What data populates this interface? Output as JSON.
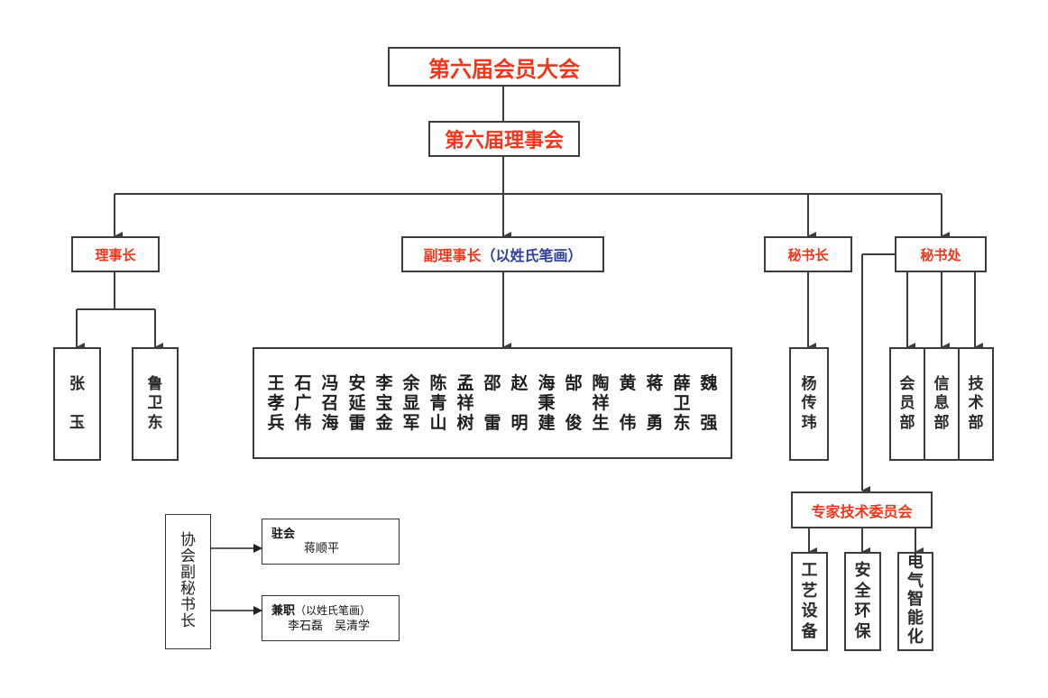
{
  "title": "第六届会员大会",
  "council": "第六届理事会",
  "colors": {
    "accent_red": "#f2361b",
    "accent_blue": "#2e3f9a",
    "line": "#3a3d40"
  },
  "chairman": {
    "label": "理事长",
    "members": [
      {
        "name": "张玉",
        "chars": [
          "张",
          "",
          "玉"
        ]
      },
      {
        "name": "鲁卫东",
        "chars": [
          "鲁",
          "卫",
          "东"
        ]
      }
    ]
  },
  "vice_chairman": {
    "label": "副理事长",
    "note": "（以姓氏笔画）",
    "members": [
      {
        "name": "王孝兵",
        "chars": [
          "王",
          "孝",
          "兵"
        ]
      },
      {
        "name": "石广伟",
        "chars": [
          "石",
          "广",
          "伟"
        ]
      },
      {
        "name": "冯召海",
        "chars": [
          "冯",
          "召",
          "海"
        ]
      },
      {
        "name": "安延雷",
        "chars": [
          "安",
          "延",
          "雷"
        ]
      },
      {
        "name": "李宝金",
        "chars": [
          "李",
          "宝",
          "金"
        ]
      },
      {
        "name": "余显军",
        "chars": [
          "余",
          "显",
          "军"
        ]
      },
      {
        "name": "陈青山",
        "chars": [
          "陈",
          "青",
          "山"
        ]
      },
      {
        "name": "孟祥树",
        "chars": [
          "孟",
          "祥",
          "树"
        ]
      },
      {
        "name": "邵雷",
        "chars": [
          "邵",
          "",
          "雷"
        ]
      },
      {
        "name": "赵明",
        "chars": [
          "赵",
          "",
          "明"
        ]
      },
      {
        "name": "海秉建",
        "chars": [
          "海",
          "秉",
          "建"
        ]
      },
      {
        "name": "郜俊",
        "chars": [
          "郜",
          "",
          "俊"
        ]
      },
      {
        "name": "陶祥生",
        "chars": [
          "陶",
          "祥",
          "生"
        ]
      },
      {
        "name": "黄伟",
        "chars": [
          "黄",
          "",
          "伟"
        ]
      },
      {
        "name": "蒋勇",
        "chars": [
          "蒋",
          "",
          "勇"
        ]
      },
      {
        "name": "薛卫东",
        "chars": [
          "薛",
          "卫",
          "东"
        ]
      },
      {
        "name": "魏强",
        "chars": [
          "魏",
          "",
          "强"
        ]
      }
    ]
  },
  "secretary_general": {
    "label": "秘书长",
    "member": {
      "name": "杨传玮",
      "chars": [
        "杨",
        "传",
        "玮"
      ]
    }
  },
  "secretariat": {
    "label": "秘书处",
    "departments": [
      {
        "name": "会员部",
        "chars": [
          "会",
          "员",
          "部"
        ]
      },
      {
        "name": "信息部",
        "chars": [
          "信",
          "息",
          "部"
        ]
      },
      {
        "name": "技术部",
        "chars": [
          "技",
          "术",
          "部"
        ]
      }
    ]
  },
  "expert_committee": {
    "label": "专家技术委员会",
    "groups": [
      {
        "name": "工艺设备",
        "chars": [
          "工",
          "艺",
          "设",
          "备"
        ]
      },
      {
        "name": "安全环保",
        "chars": [
          "安",
          "全",
          "环",
          "保"
        ]
      },
      {
        "name": "电气智能化",
        "chars": [
          "电",
          "气",
          "智",
          "能",
          "化"
        ]
      }
    ]
  },
  "deputy_secretary": {
    "label_chars": [
      "协",
      "会",
      "副",
      "秘",
      "书",
      "长"
    ],
    "resident": {
      "label": "驻会",
      "names": "蒋顺平"
    },
    "part_time": {
      "label": "兼职",
      "note": "（以姓氏笔画）",
      "names": "李石磊　吴清学"
    }
  }
}
